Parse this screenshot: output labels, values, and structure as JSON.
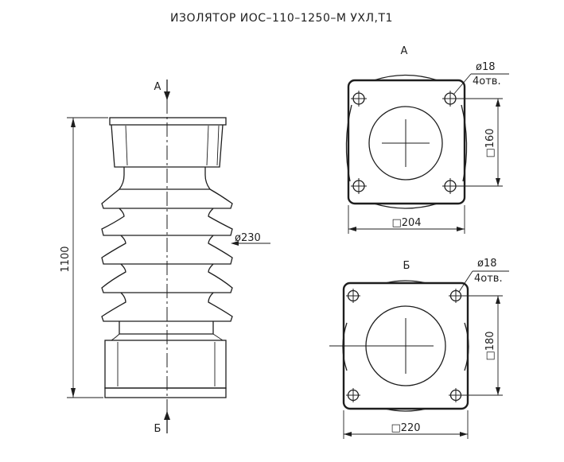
{
  "title": "ИЗОЛЯТОР ИОС–110–1250–М УХЛ,Т1",
  "side_view": {
    "section_mark_top": "А",
    "section_mark_bottom": "Б",
    "height_dim": "1100",
    "shed_dim": "ø230"
  },
  "view_a": {
    "label": "А",
    "hole_dim": "ø18",
    "hole_count": "4отв.",
    "bolt_spacing": "□160",
    "flange_size": "□204"
  },
  "view_b": {
    "label": "Б",
    "hole_dim": "ø18",
    "hole_count": "4отв.",
    "bolt_spacing": "□180",
    "flange_size": "□220"
  }
}
